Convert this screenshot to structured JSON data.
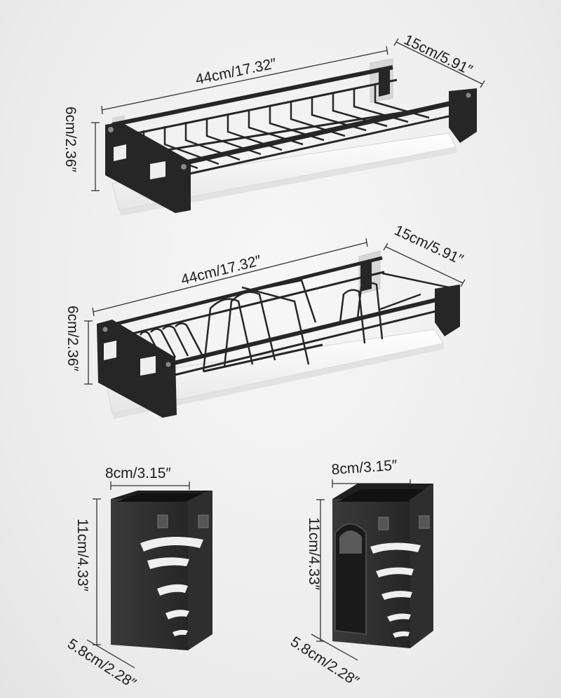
{
  "colors": {
    "metal": "#262626",
    "metal_light": "#3c3c3c",
    "tray": "#f4f4f4",
    "tray_edge": "#d9d9d9",
    "background": "#efefef",
    "dim_line": "#333333"
  },
  "rack_spice": {
    "length": "44cm/17.32″",
    "depth": "15cm/5.91″",
    "height": "6cm/2.36″"
  },
  "rack_dish": {
    "length": "44cm/17.32″",
    "depth": "15cm/5.91″",
    "height": "6cm/2.36″"
  },
  "holder_slotted": {
    "width": "8cm/3.15″",
    "height": "11cm/4.33″",
    "depth": "5.8cm/2.28″"
  },
  "holder_round": {
    "width": "8cm/3.15″",
    "height": "11cm/4.33″",
    "depth": "5.8cm/2.28″"
  }
}
